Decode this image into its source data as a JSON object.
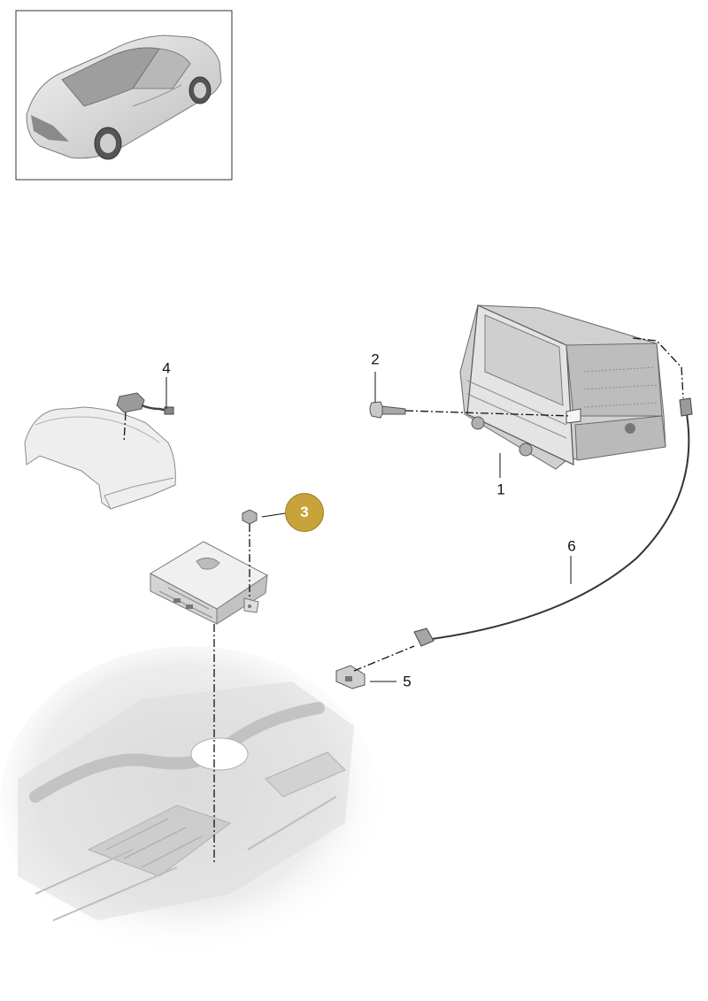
{
  "callouts": {
    "radio_unit": "1",
    "screw": "2",
    "control_unit_nut": "3",
    "connector_plug": "4",
    "socket": "5",
    "cable": "6"
  },
  "colors": {
    "highlight_badge": "#c8a23a",
    "part_stroke": "#6a6a6a",
    "part_fill": "#e6e6e6"
  }
}
